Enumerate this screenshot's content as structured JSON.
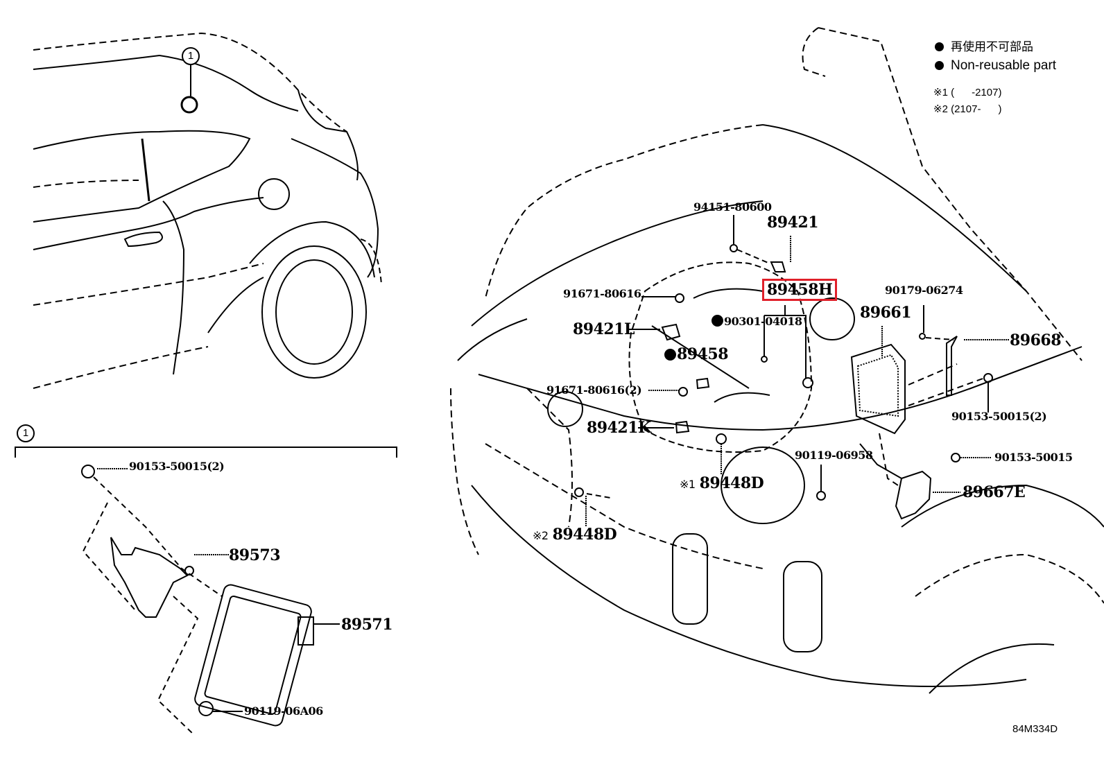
{
  "diagram": {
    "title_code": "84M334D",
    "highlight_color": "#e0202a",
    "legend": {
      "non_reusable_jp": "再使用不可部品",
      "non_reusable_en": "Non-reusable part"
    },
    "notes": [
      {
        "mark": "※1",
        "text": "(      -2107)"
      },
      {
        "mark": "※2",
        "text": "(2107-      )"
      }
    ],
    "callout_ref": "1",
    "inset": {
      "ref": "1",
      "parts": [
        {
          "id": "90153-50015(2)"
        },
        {
          "id": "89573"
        },
        {
          "id": "89571"
        },
        {
          "id": "90119-06A06"
        }
      ]
    },
    "main_parts": {
      "p94151": "94151-80600",
      "p89421": "89421",
      "p89458H": "89458H",
      "p91671a": "91671-80616",
      "p90301": "90301-04018",
      "p89421L": "89421L",
      "p89458": "89458",
      "p91671b": "91671-80616(2)",
      "p89421K": "89421K",
      "p89448D1_mark": "※1",
      "p89448D1": "89448D",
      "p89448D2_mark": "※2",
      "p89448D2": "89448D",
      "p90119": "90119-06958",
      "p90179": "90179-06274",
      "p89661": "89661",
      "p89668": "89668",
      "p90153a": "90153-50015(2)",
      "p90153b": "90153-50015",
      "p89667E": "89667E"
    }
  }
}
